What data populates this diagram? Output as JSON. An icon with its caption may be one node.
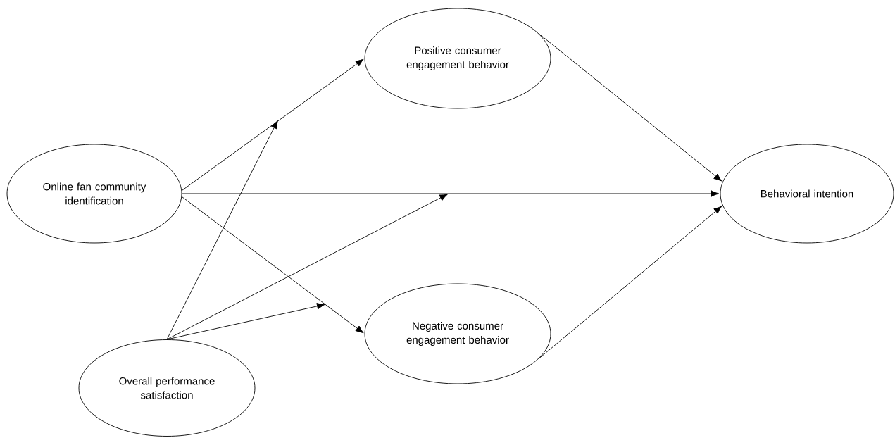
{
  "diagram": {
    "nodes": [
      {
        "text": [
          "Online fan community identification"
        ]
      },
      {
        "text": [
          "Positive consumer engagement behavior"
        ]
      },
      {
        "text": [
          "Negative consumer engagement behavior"
        ]
      },
      {
        "text": [
          "Behavioral intention"
        ]
      },
      {
        "text": [
          "Overall performance satisfaction"
        ]
      }
    ],
    "edges": [
      {
        "from": 0,
        "to": 1,
        "arrow": "to"
      },
      {
        "from": 0,
        "to": 3,
        "arrow": "to"
      },
      {
        "from": 0,
        "to": 2,
        "arrow": "to"
      },
      {
        "from": 1,
        "to": 3,
        "arrow": "to"
      },
      {
        "from": 2,
        "to": 3,
        "arrow": "to"
      },
      {
        "from": 4,
        "to": null,
        "arrow": "to"
      },
      {
        "from": 4,
        "to": null,
        "arrow": "to"
      },
      {
        "from": 4,
        "to": null,
        "arrow": "to"
      }
    ]
  }
}
